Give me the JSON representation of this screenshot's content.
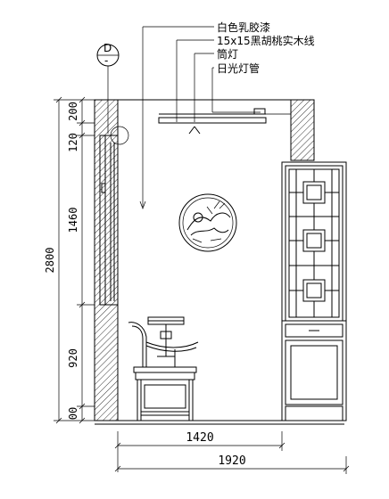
{
  "annotations": [
    "白色乳胶漆",
    "15x15黑胡桃实木线",
    "筒灯",
    "日光灯管"
  ],
  "section_marker": {
    "top": "D",
    "bottom": "-"
  },
  "vertical_dimensions": {
    "segments": [
      "200",
      "120",
      "1460",
      "920",
      "00"
    ],
    "total": "2800"
  },
  "horizontal_dimensions": {
    "inner": "1420",
    "total": "1920"
  },
  "colors": {
    "line": "#000000",
    "background": "#ffffff"
  }
}
